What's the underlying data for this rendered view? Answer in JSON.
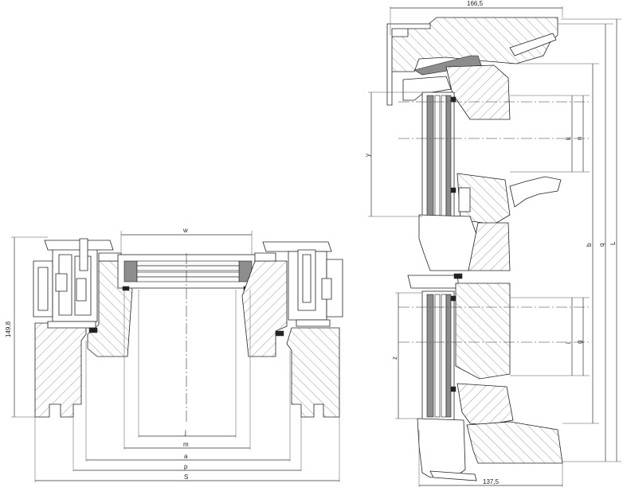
{
  "left_drawing": {
    "dim_top": "w",
    "dim_left": "149,8",
    "dims_bottom": [
      "j",
      "m",
      "a",
      "p",
      "S"
    ]
  },
  "right_drawing": {
    "dim_top": "166,5",
    "dim_bottom": "137,5",
    "dims_left": [
      "y",
      "z"
    ],
    "dims_right_inner": [
      "k",
      "n",
      "i",
      "g"
    ],
    "dims_right_outer": [
      "b",
      "q",
      "L"
    ]
  }
}
